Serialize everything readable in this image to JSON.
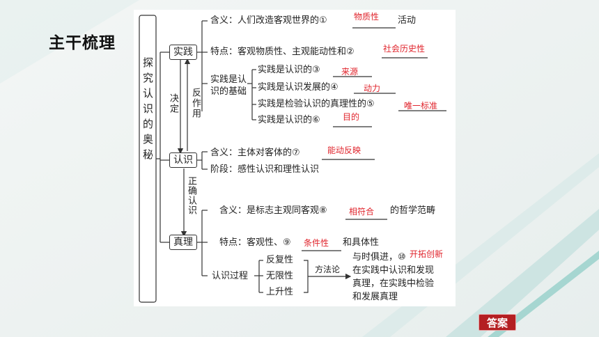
{
  "heading": "主干梳理",
  "root_label": "探究认识的奥秘",
  "nodes": {
    "practice": "实践",
    "cognition": "认识",
    "truth": "真理"
  },
  "edges": {
    "decides": "决定",
    "reacts": "反作用",
    "correct_cognition": "正确认识"
  },
  "practice": {
    "meaning_prefix": "含义：人们改造客观世界的①",
    "meaning_answer": "物质性",
    "meaning_suffix": "活动",
    "features_prefix": "特点：客观物质性、主观能动性和②",
    "features_answer": "社会历史性",
    "basis_label": "实践是认识的基础",
    "basis_items": [
      {
        "prefix": "实践是认识的③",
        "answer": "来源"
      },
      {
        "prefix": "实践是认识发展的④",
        "answer": "动力"
      },
      {
        "prefix": "实践是检验认识的真理性的⑤",
        "answer": "唯一标准"
      },
      {
        "prefix": "实践是认识的⑥",
        "answer": "目的"
      }
    ]
  },
  "cognition": {
    "meaning_prefix": "含义：主体对客体的⑦",
    "meaning_answer": "能动反映",
    "stages": "阶段：感性认识和理性认识"
  },
  "truth": {
    "meaning_prefix": "含义：是标志主观同客观⑧",
    "meaning_answer": "相符合",
    "meaning_suffix": "的哲学范畴",
    "features_prefix": "特点：客观性、⑨",
    "features_answer": "条件性",
    "features_suffix": "和具体性",
    "process_label": "认识过程",
    "process_items": [
      "反复性",
      "无限性",
      "上升性"
    ],
    "methodology": "方法论",
    "conclusion_lines": [
      "与时俱进，⑩",
      "在实践中认识和发现",
      "真理，在实践中检验",
      "和发展真理"
    ],
    "conclusion_answer": "开拓创新"
  },
  "answer_button": "答案",
  "colors": {
    "answer_text": "#e0242c",
    "button_bg": "#b41f22",
    "teal_accent": "#2aa89a"
  }
}
